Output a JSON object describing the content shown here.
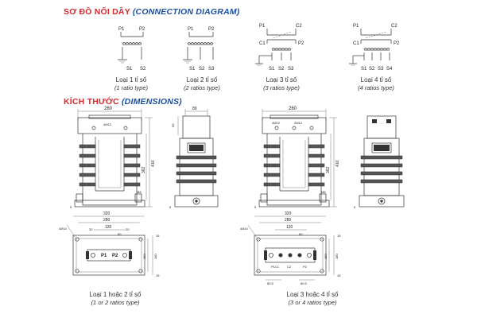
{
  "headings": {
    "wiring_vi": "SƠ ĐỒ NỐI DÂY",
    "wiring_en": "(CONNECTION DIAGRAM)",
    "dims_vi": "KÍCH THƯỚC",
    "dims_en": "(DIMENSIONS)"
  },
  "wiring_types": [
    {
      "label": "Loại 1 tỉ số",
      "sub": "(1 ratio type)",
      "terminals": [
        "P1",
        "P2",
        "S1",
        "S2"
      ]
    },
    {
      "label": "Loại 2 tỉ số",
      "sub": "(2 ratios type)",
      "terminals": [
        "P1",
        "P2",
        "S1",
        "S2",
        "S3"
      ]
    },
    {
      "label": "Loại 3 tỉ số",
      "sub": "(3 ratios type)",
      "terminals": [
        "P1",
        "C2",
        "C1",
        "P2",
        "S1",
        "S2",
        "S3"
      ]
    },
    {
      "label": "Loại 4 tỉ số",
      "sub": "(4 ratios type)",
      "terminals": [
        "P1",
        "C2",
        "C1",
        "P2",
        "S1",
        "S2",
        "S3",
        "S4"
      ]
    }
  ],
  "dimensions": {
    "front_left": {
      "width": "260",
      "height": "410",
      "inner": "362",
      "bolt": "4M12",
      "base": "M8",
      "side": "5"
    },
    "side_left": {
      "top": "89",
      "h1": "50",
      "bottom": "5"
    },
    "front_right": {
      "width": "260",
      "height": "410",
      "inner": "362",
      "bolt1": "4M12",
      "bolt2": "2M12",
      "base": "M8",
      "side": "5"
    },
    "side_right": {
      "bottom": "5"
    },
    "plan_left": {
      "w1": "320",
      "w2": "280",
      "w3": "120",
      "w4": "60",
      "w5": "32",
      "w6": "20",
      "hole": "4Ø14",
      "h1": "150",
      "h2": "180",
      "e1": "15",
      "e2": "15",
      "term_p1": "P1",
      "term_p2": "P2"
    },
    "plan_right": {
      "w1": "320",
      "w2": "280",
      "w3": "120",
      "w4": "60",
      "b1": "80.5",
      "b2": "80.5",
      "hole": "4Ø14",
      "h1": "150",
      "h2": "180",
      "e1": "15",
      "e2": "15",
      "term_a": "P1C1",
      "term_b": "C2",
      "term_c": "P2"
    }
  },
  "dims_captions": [
    {
      "label": "Loại 1 hoặc 2 tỉ số",
      "sub": "(1 or 2 ratios type)"
    },
    {
      "label": "Loại 3 hoặc 4 tỉ số",
      "sub": "(3 or 4 ratios type)"
    }
  ]
}
